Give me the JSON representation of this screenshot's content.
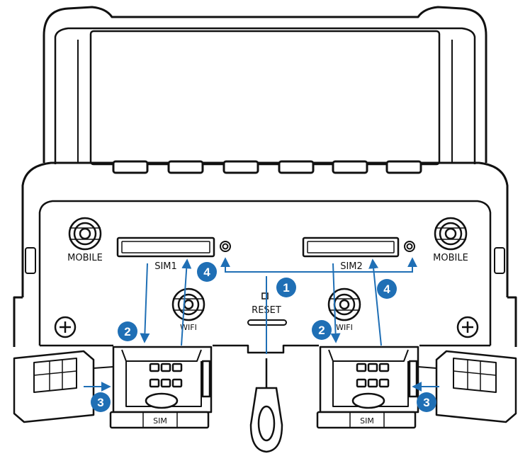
{
  "labels": {
    "mobile_left": "MOBILE",
    "mobile_right": "MOBILE",
    "sim1": "SIM1",
    "sim2": "SIM2",
    "reset": "RESET",
    "wifi_left": "WIFI",
    "wifi_right": "WIFI",
    "tray_left": "SIM",
    "tray_right": "SIM"
  },
  "steps": {
    "step1": "1",
    "step2_left": "2",
    "step2_right": "2",
    "step3_left": "3",
    "step3_right": "3",
    "step4_left": "4",
    "step4_right": "4"
  },
  "colors": {
    "line": "#111111",
    "accent": "#1f6fb5",
    "background": "#ffffff"
  }
}
